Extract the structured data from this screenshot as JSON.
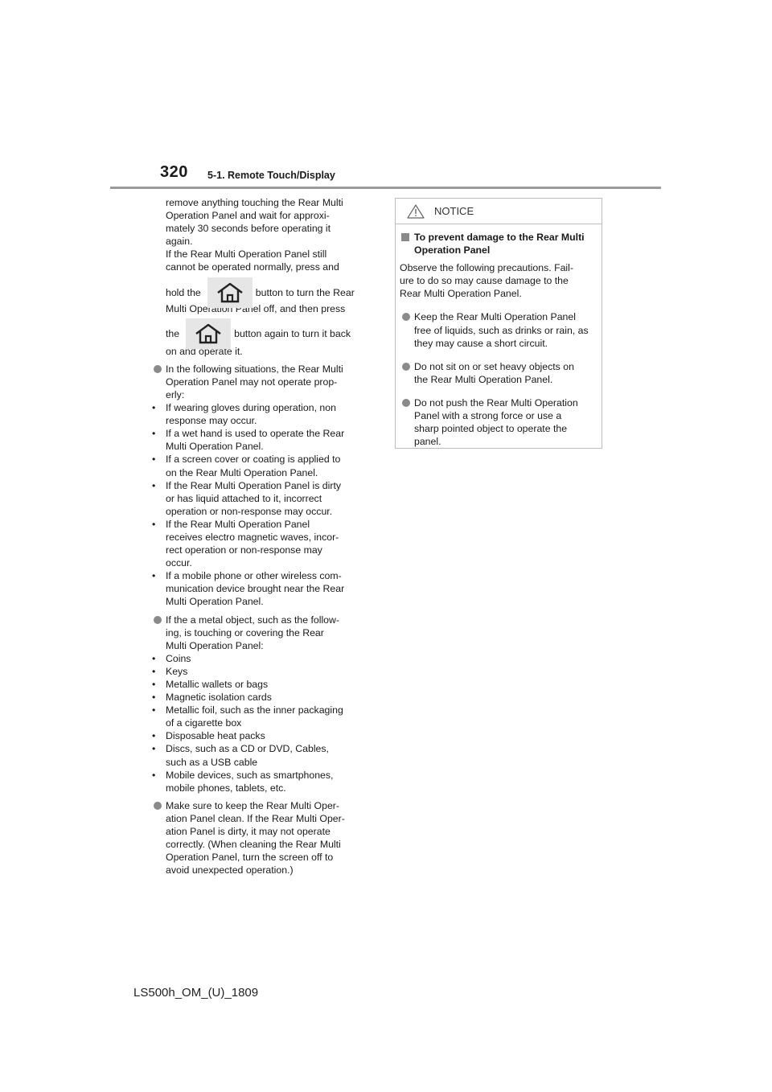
{
  "header": {
    "page_number": "320",
    "section": "5-1. Remote Touch/Display"
  },
  "left": {
    "intro_lines": [
      "remove anything touching the Rear Multi",
      "Operation Panel and wait for approxi-",
      "mately 30 seconds before operating it",
      "again.",
      "If the Rear Multi Operation Panel still",
      "cannot be operated normally, press and"
    ],
    "icon_line1_before": "hold the",
    "icon_line1_after": "button to turn the Rear",
    "mid_line": "Multi Operation Panel off, and then press",
    "icon_line2_before": "the",
    "icon_line2_after": "button again to turn it back",
    "end_line": "on and operate it.",
    "bullet1": {
      "lines": [
        "In the following situations, the Rear Multi",
        "Operation Panel may not operate prop-",
        "erly:"
      ],
      "items": [
        [
          "If wearing gloves during operation, non",
          "response may occur."
        ],
        [
          "If a wet hand is used to operate the Rear",
          "Multi Operation Panel."
        ],
        [
          "If a screen cover or coating is applied to",
          "on the Rear Multi Operation Panel."
        ],
        [
          "If the Rear Multi Operation Panel is dirty",
          "or has liquid attached to it, incorrect",
          "operation or non-response may occur."
        ],
        [
          "If the Rear Multi Operation Panel",
          "receives electro magnetic waves, incor-",
          "rect operation or non-response may",
          "occur."
        ],
        [
          "If a mobile phone or other wireless com-",
          "munication device brought near the Rear",
          "Multi Operation Panel."
        ]
      ]
    },
    "bullet2": {
      "lines": [
        "If the a metal object, such as the follow-",
        "ing, is touching or covering the Rear",
        "Multi Operation Panel:"
      ],
      "items": [
        [
          "Coins"
        ],
        [
          "Keys"
        ],
        [
          "Metallic wallets or bags"
        ],
        [
          "Magnetic isolation cards"
        ],
        [
          "Metallic foil, such as the inner packaging",
          "of a cigarette box"
        ],
        [
          "Disposable heat packs"
        ],
        [
          "Discs, such as a CD or DVD, Cables,",
          "such as a USB cable"
        ],
        [
          "Mobile devices, such as smartphones,",
          "mobile phones, tablets, etc."
        ]
      ]
    },
    "bullet3": {
      "lines": [
        "Make sure to keep the Rear Multi Oper-",
        "ation Panel clean. If the Rear Multi Oper-",
        "ation Panel is dirty, it may not operate",
        "correctly. (When cleaning the Rear Multi",
        "Operation Panel, turn the screen off to",
        "avoid unexpected operation.)"
      ]
    }
  },
  "notice": {
    "label": "NOTICE",
    "heading": [
      "To prevent damage to the Rear Multi",
      "Operation Panel"
    ],
    "intro": [
      "Observe the following precautions. Fail-",
      "ure to do so may cause damage to the",
      "Rear Multi Operation Panel."
    ],
    "items": [
      [
        "Keep the Rear Multi Operation Panel",
        "free of liquids, such as drinks or rain, as",
        "they may cause a short circuit."
      ],
      [
        "Do not sit on or set heavy objects on",
        "the Rear Multi Operation Panel."
      ],
      [
        "Do not push the Rear Multi Operation",
        "Panel with a strong force or use a",
        "sharp pointed object to operate the",
        "panel."
      ]
    ]
  },
  "footer": {
    "code": "LS500h_OM_(U)_1809"
  },
  "colors": {
    "bullet": "#8a8a8a",
    "icon_bg": "#e6e6e6",
    "rule": "#9a9a9a"
  },
  "icons": {
    "home": "home-icon",
    "warning": "warning-triangle-icon"
  }
}
